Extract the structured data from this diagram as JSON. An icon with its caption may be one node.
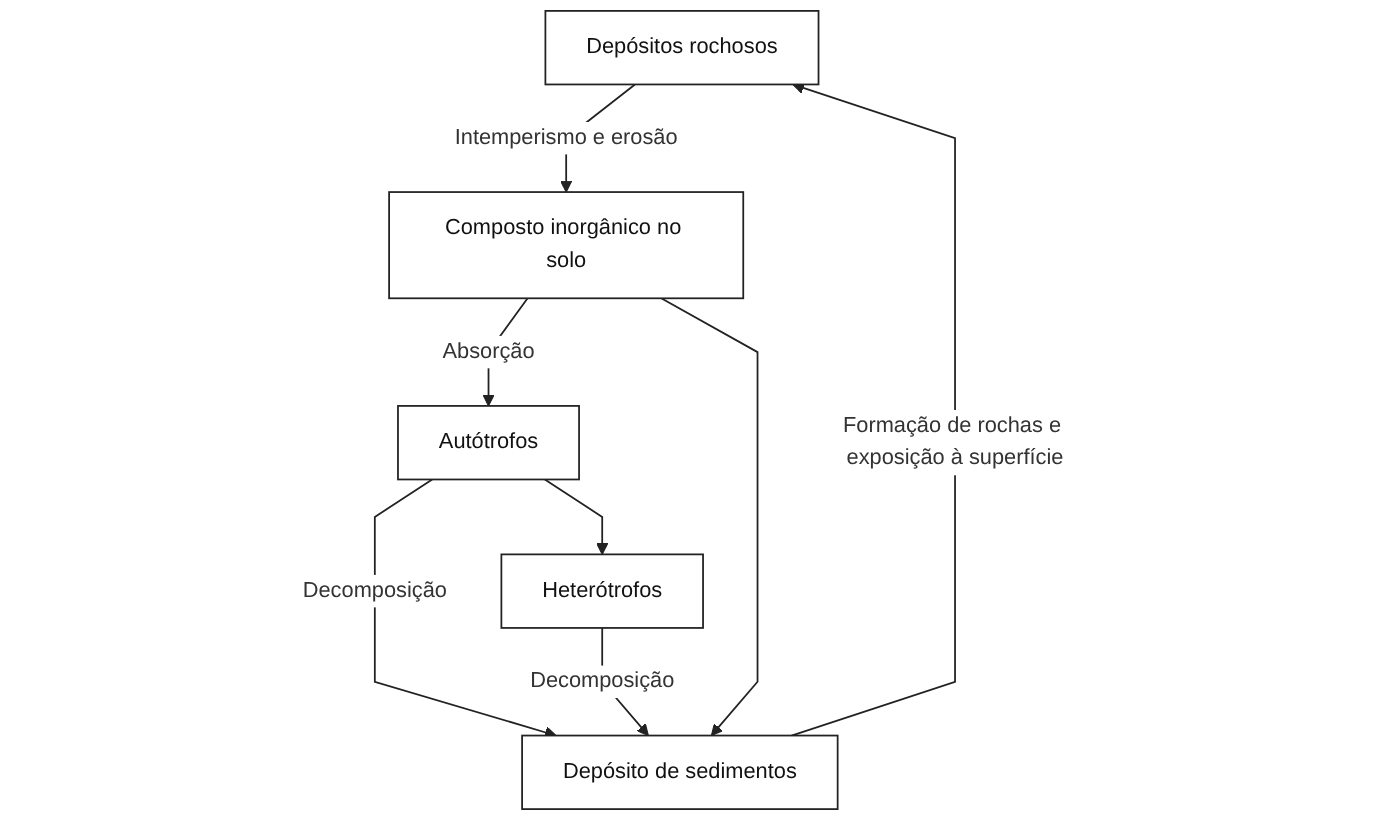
{
  "diagram": {
    "nodes": [
      {
        "text": [
          "Depósitos rochosos"
        ]
      },
      {
        "text": [
          "Composto inorgânico no solo"
        ]
      },
      {
        "text": [
          "Autótrofos"
        ]
      },
      {
        "text": [
          "Heterótrofos"
        ]
      },
      {
        "text": [
          "Depósito de sedimentos"
        ]
      }
    ],
    "edges": [
      {
        "from": 0,
        "to": 1,
        "arrow": "to",
        "label": "Intemperismo e erosão"
      },
      {
        "from": 1,
        "to": 2,
        "arrow": "to",
        "label": "Absorção"
      },
      {
        "from": 2,
        "to": 3,
        "arrow": "to"
      },
      {
        "from": 2,
        "to": 4,
        "arrow": "to",
        "label": "Decomposição"
      },
      {
        "from": 3,
        "to": 4,
        "arrow": "to",
        "label": "Decomposição"
      },
      {
        "from": 1,
        "to": 4,
        "arrow": "to"
      },
      {
        "from": 4,
        "to": 0,
        "arrow": "to",
        "label": "Formação de rochas e exposição à superfície"
      }
    ]
  }
}
